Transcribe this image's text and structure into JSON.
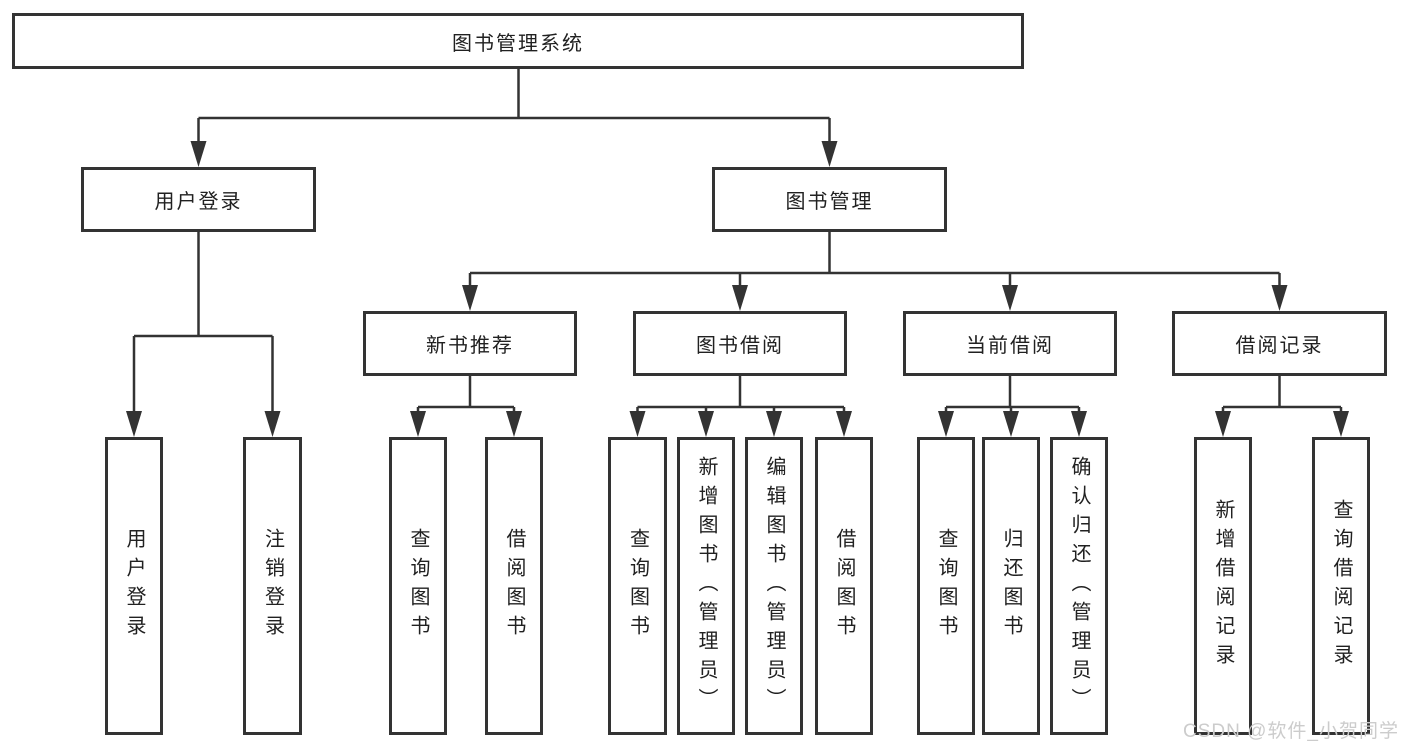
{
  "colors": {
    "background": "#ffffff",
    "line": "#333333",
    "box_border": "#333333",
    "box_fill": "#ffffff",
    "text": "#212121",
    "watermark": "#cccccc"
  },
  "tree": {
    "root": {
      "label": "图书管理系统"
    },
    "level2": [
      {
        "label": "用户登录",
        "children": [
          {
            "label": "用户登录"
          },
          {
            "label": "注销登录"
          }
        ]
      },
      {
        "label": "图书管理",
        "children": [
          {
            "label": "新书推荐",
            "children": [
              {
                "label": "查询图书"
              },
              {
                "label": "借阅图书"
              }
            ]
          },
          {
            "label": "图书借阅",
            "children": [
              {
                "label": "查询图书"
              },
              {
                "label": "新增图书（管理员）"
              },
              {
                "label": "编辑图书（管理员）"
              },
              {
                "label": "借阅图书"
              }
            ]
          },
          {
            "label": "当前借阅",
            "children": [
              {
                "label": "查询图书"
              },
              {
                "label": "归还图书"
              },
              {
                "label": "确认归还（管理员）"
              }
            ]
          },
          {
            "label": "借阅记录",
            "children": [
              {
                "label": "新增借阅记录"
              },
              {
                "label": "查询借阅记录"
              }
            ]
          }
        ]
      }
    ]
  },
  "watermark": {
    "text": "CSDN @软件_小贺同学"
  }
}
